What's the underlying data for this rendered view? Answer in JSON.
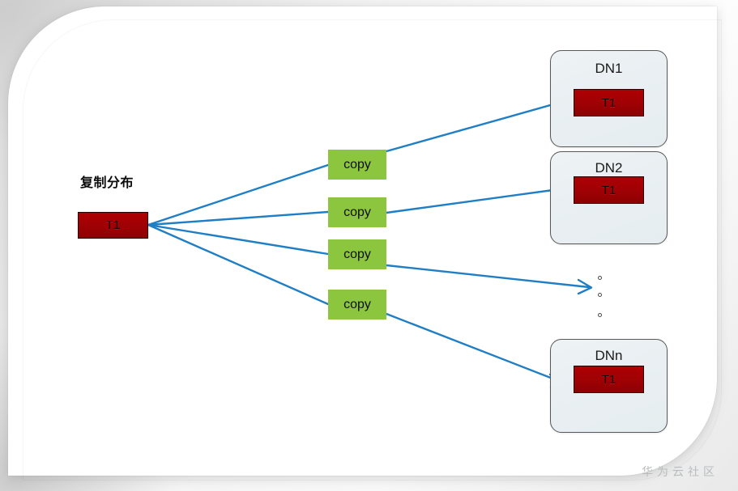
{
  "diagram": {
    "title": "复制分布",
    "source": {
      "label": "T1"
    },
    "copies": [
      {
        "label": "copy"
      },
      {
        "label": "copy"
      },
      {
        "label": "copy"
      },
      {
        "label": "copy"
      }
    ],
    "nodes": [
      {
        "name": "DN1",
        "table": "T1"
      },
      {
        "name": "DN2",
        "table": "T1"
      },
      {
        "name": "DNn",
        "table": "T1"
      }
    ],
    "ellipsis_dots": 3,
    "colors": {
      "source_box": "#9e0104",
      "copy_box": "#8cc63e",
      "node_fill": "#e9eff2",
      "node_border": "#585858",
      "edge": "#1f7ec4",
      "title_text": "#0d0d0d",
      "watermark_text": "#b9bcbe",
      "card_background": "#ffffff"
    }
  },
  "watermark": {
    "text": "华为云社区"
  }
}
